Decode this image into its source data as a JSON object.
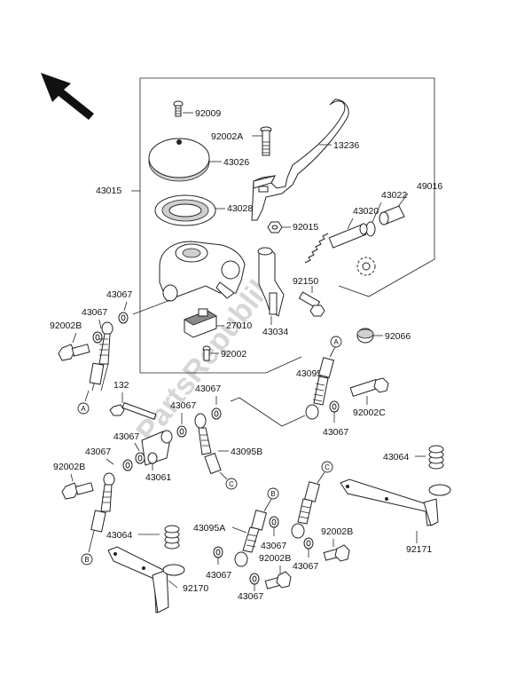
{
  "watermark": "PartsRepublik",
  "part_labels": {
    "p92009": "92009",
    "p92002A": "92002A",
    "p13236": "13236",
    "p43026": "43026",
    "p43015": "43015",
    "p43028": "43028",
    "p49016": "49016",
    "p43022": "43022",
    "p43020": "43020",
    "p92015": "92015",
    "p92150": "92150",
    "p43067_a": "43067",
    "p43067_b": "43067",
    "p92002B_a": "92002B",
    "p27010": "27010",
    "p43034": "43034",
    "p92066": "92066",
    "p92002": "92002",
    "p43095": "43095",
    "p132": "132",
    "p43067_c": "43067",
    "p43067_d": "43067",
    "p92002C": "92002C",
    "p43067_e": "43067",
    "p43067_f": "43067",
    "p43095B": "43095B",
    "p92002B_b": "92002B",
    "p43067_g": "43067",
    "p43061": "43061",
    "p43064_a": "43064",
    "p43064_b": "43064",
    "p43095A": "43095A",
    "p43067_h": "43067",
    "p92002B_c": "92002B",
    "p92002B_d": "92002B",
    "p43067_i": "43067",
    "p43067_j": "43067",
    "p92171": "92171",
    "p92170": "92170",
    "p43067_k": "43067"
  },
  "connector_markers": {
    "a1": "A",
    "a2": "A",
    "b1": "B",
    "b2": "B",
    "c1": "C",
    "c2": "C"
  }
}
